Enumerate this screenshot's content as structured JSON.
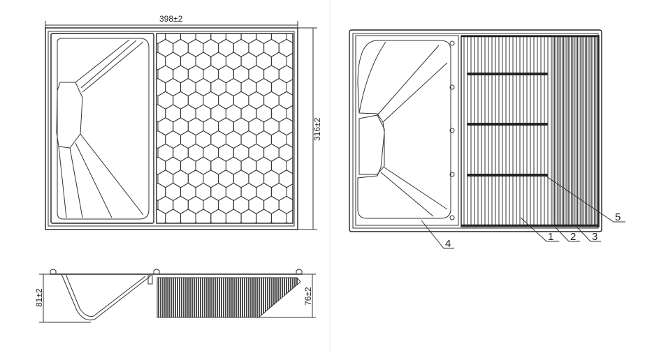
{
  "dimensions": {
    "width_label": "398±2",
    "height_label": "316±2",
    "tray_depth_label": "81±2",
    "pleat_depth_label": "76±2"
  },
  "callouts": [
    "1",
    "2",
    "3",
    "4",
    "5"
  ],
  "colors": {
    "line": "#222222",
    "background": "#ffffff"
  }
}
